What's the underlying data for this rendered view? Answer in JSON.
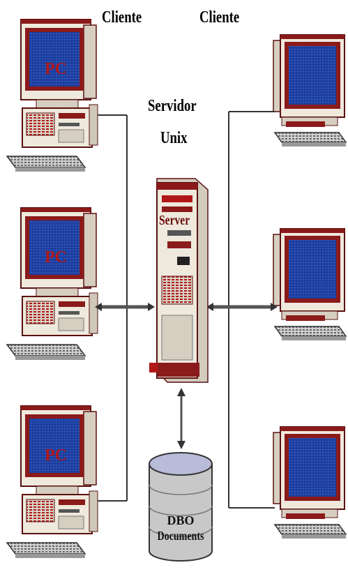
{
  "labels": {
    "client_left": "Cliente",
    "client_right": "Cliente",
    "server_line1": "Servidor",
    "server_line2": "Unix",
    "server_box": "Server",
    "database_line1": "DBO",
    "database_line2": "Documents"
  },
  "pc_screen_text": "PC",
  "colors": {
    "monitor_frame": "#8b1a1a",
    "monitor_body": "#efe9dd",
    "screen": "#1e3f9e",
    "server_body": "#e8e2d6",
    "accent_red": "#b01818",
    "db_top": "#b9bcd8",
    "db_body": "#c8c8c8",
    "line": "#333333"
  }
}
